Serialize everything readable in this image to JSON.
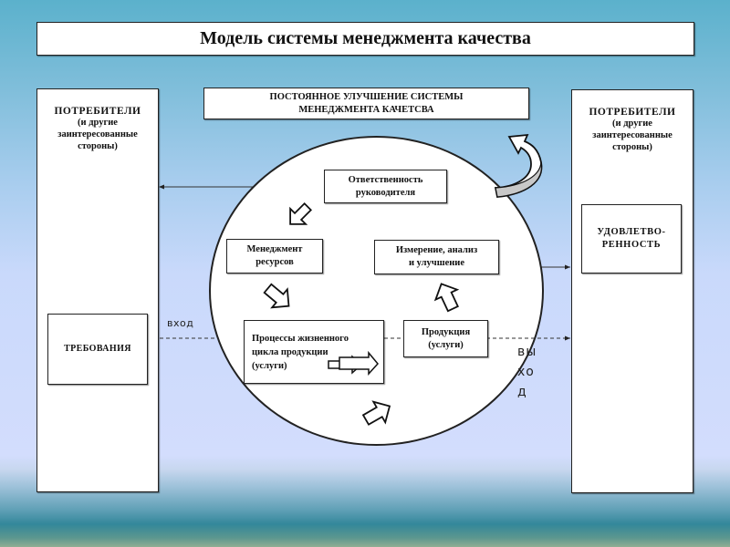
{
  "title": "Модель системы менеджмента качества",
  "continuous_improvement": {
    "line1": "ПОСТОЯННОЕ УЛУЧШЕНИЕ СИСТЕМЫ",
    "line2": "МЕНЕДЖМЕНТА КАЧЕТСВА"
  },
  "left_column": {
    "header": "ПОТРЕБИТЕЛИ",
    "subtitle": "(и другие заинтересованные стороны)",
    "inner_box": "ТРЕБОВАНИЯ"
  },
  "right_column": {
    "header": "ПОТРЕБИТЕЛИ",
    "subtitle": "(и другие заинтересованные стороны)",
    "inner_box_line1": "УДОВЛЕТВО-",
    "inner_box_line2": "РЕННОСТЬ"
  },
  "cycle": {
    "responsibility": {
      "line1": "Ответственность",
      "line2": "руководителя"
    },
    "resource_management": {
      "line1": "Менеджмент",
      "line2": "ресурсов"
    },
    "measurement": {
      "line1": "Измерение, анализ",
      "line2": "и улучшение"
    },
    "lifecycle_processes": {
      "line1": "Процессы жизненного",
      "line2": "цикла продукции",
      "line3": "(услуги)"
    },
    "product": {
      "line1": "Продукция",
      "line2": "(услуги)"
    }
  },
  "flow_labels": {
    "input": "вход",
    "output": "выход"
  }
}
